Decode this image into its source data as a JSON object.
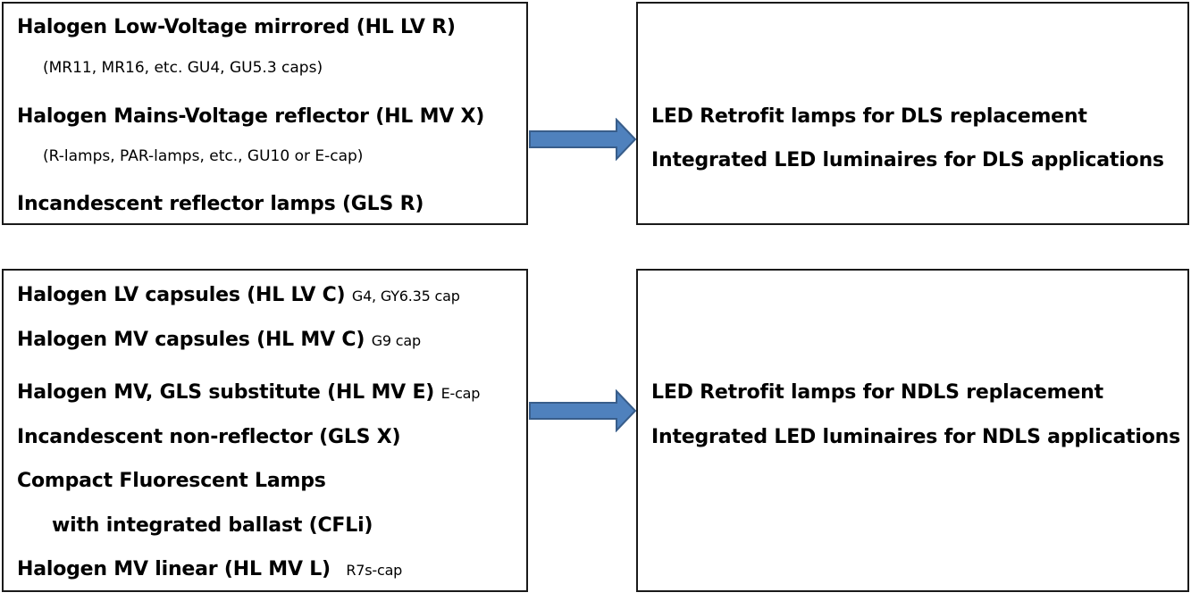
{
  "colors": {
    "arrow_fill": "#4F81BD",
    "arrow_stroke": "#385D8A",
    "border": "#1a1a1a"
  },
  "dls": {
    "left": {
      "line1": "Halogen Low-Voltage mirrored (HL LV R)",
      "line2": "(MR11, MR16, etc.  GU4, GU5.3 caps)",
      "line3": "Halogen Mains-Voltage reflector (HL MV X)",
      "line4": "(R-lamps, PAR-lamps, etc., GU10 or E-cap)",
      "line5": "Incandescent reflector lamps (GLS R)"
    },
    "arrow_icon": "right-arrow",
    "right": {
      "line1": "LED Retrofit lamps for DLS replacement",
      "line2": "Integrated LED luminaires for DLS applications"
    }
  },
  "ndls": {
    "left": {
      "l1_main": "Halogen LV capsules (HL LV C)",
      "l1_note": "G4, GY6.35 cap",
      "l2_main": "Halogen MV capsules (HL MV C)",
      "l2_note": "G9 cap",
      "l3_main": "Halogen MV, GLS substitute (HL MV E)",
      "l3_note": "E-cap",
      "l4": "Incandescent non-reflector (GLS X)",
      "l5": "Compact Fluorescent Lamps",
      "l6": "with integrated ballast  (CFLi)",
      "l7_main": "Halogen MV linear (HL MV L)",
      "l7_note": "R7s-cap"
    },
    "arrow_icon": "right-arrow",
    "right": {
      "line1": "LED Retrofit lamps for NDLS replacement",
      "line2": "Integrated LED luminaires for NDLS applications"
    }
  }
}
